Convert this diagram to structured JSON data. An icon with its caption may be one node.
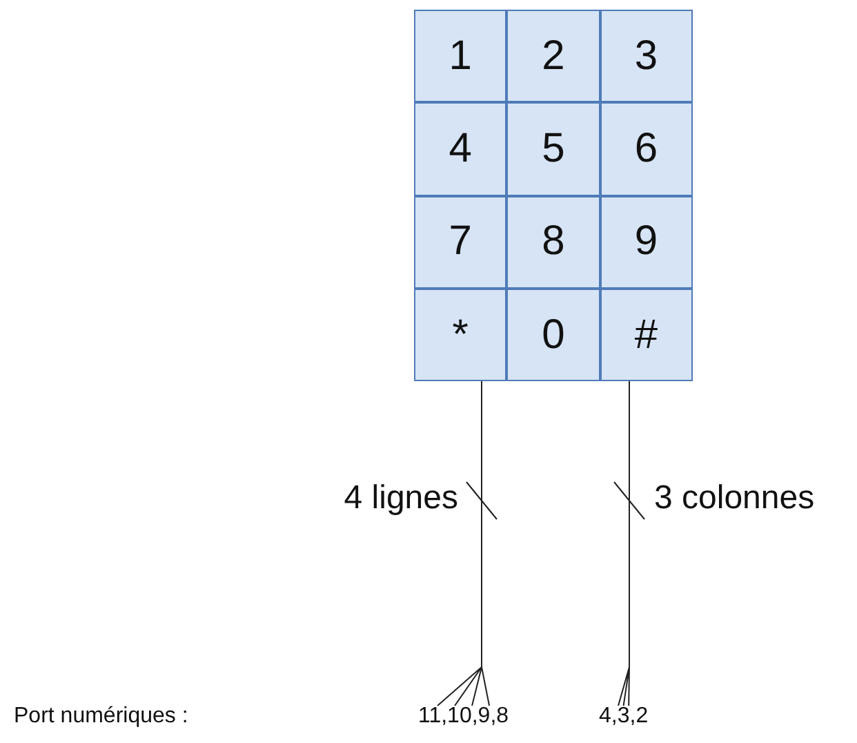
{
  "diagram": {
    "nodes": [
      {
        "text": [],
        "shape": "box"
      },
      {
        "text": [
          "1"
        ],
        "in": 0
      },
      {
        "text": [
          "2"
        ],
        "in": 0
      },
      {
        "text": [
          "3"
        ],
        "in": 0
      },
      {
        "text": [
          "4"
        ],
        "in": 0
      },
      {
        "text": [
          "5"
        ],
        "in": 0
      },
      {
        "text": [
          "6"
        ],
        "in": 0
      },
      {
        "text": [
          "7"
        ],
        "in": 0
      },
      {
        "text": [
          "8"
        ],
        "in": 0
      },
      {
        "text": [
          "9"
        ],
        "in": 0
      },
      {
        "text": [
          "*"
        ],
        "in": 0
      },
      {
        "text": [
          "0"
        ],
        "in": 0
      },
      {
        "text": [
          "#"
        ],
        "in": 0
      },
      {
        "text": [
          "11,10,9,8"
        ]
      },
      {
        "text": [
          "4,3,2"
        ]
      }
    ],
    "edges": [
      {
        "from": 0,
        "to": 13,
        "arrow": "none",
        "label": "4 lignes"
      },
      {
        "from": 0,
        "to": 14,
        "arrow": "none",
        "label": "3 colonnes"
      }
    ],
    "labels": [
      "Port numériques :"
    ]
  }
}
